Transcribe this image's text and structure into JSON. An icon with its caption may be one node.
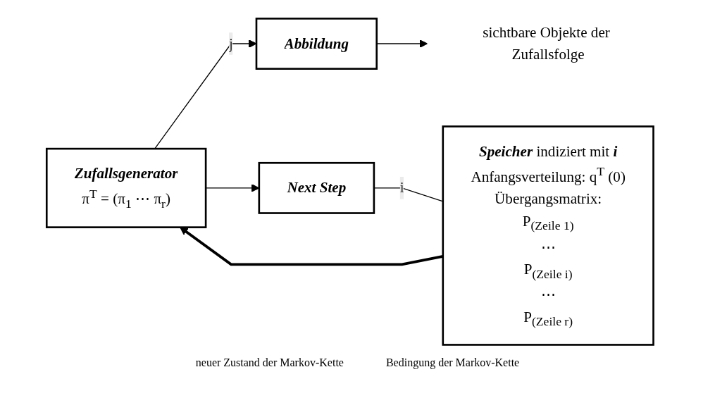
{
  "diagram": {
    "nodes": [
      {
        "text": [
          "Zufallsgenerator",
          "π$^{T}$ = (π$_{1}$ ⋯ π$_{r}$)"
        ]
      },
      {
        "text": [
          "Abbildung"
        ]
      },
      {
        "text": [
          "sichtbare Objekte der Zufallsfolge"
        ]
      },
      {
        "text": [
          "**Speicher** indiziert mit **i**",
          "Anfangsverteilung: q$^{T}$ (0)",
          "Übergangsmatrix:",
          "P$_{(Zeile 1)}$",
          "⋯",
          "P$_{(Zeile i)}$",
          "⋯",
          "P$_{(Zeile r)}$"
        ]
      },
      {
        "text": [
          "Next Step"
        ]
      }
    ],
    "edges": [
      {
        "from": 3,
        "to": 0,
        "arrow": "to",
        "style": "thick"
      },
      {
        "from": 0,
        "to": 1,
        "arrow": "to",
        "label": "j"
      },
      {
        "from": 0,
        "to": 4,
        "arrow": "to"
      },
      {
        "from": 1,
        "to": 2,
        "arrow": "to"
      },
      {
        "from": 4,
        "to": 3,
        "arrow": "none",
        "label": "i"
      }
    ],
    "labels": [
      "neuer Zustand der Markov-Kette",
      "Bedingung der Markov-Kette"
    ]
  }
}
